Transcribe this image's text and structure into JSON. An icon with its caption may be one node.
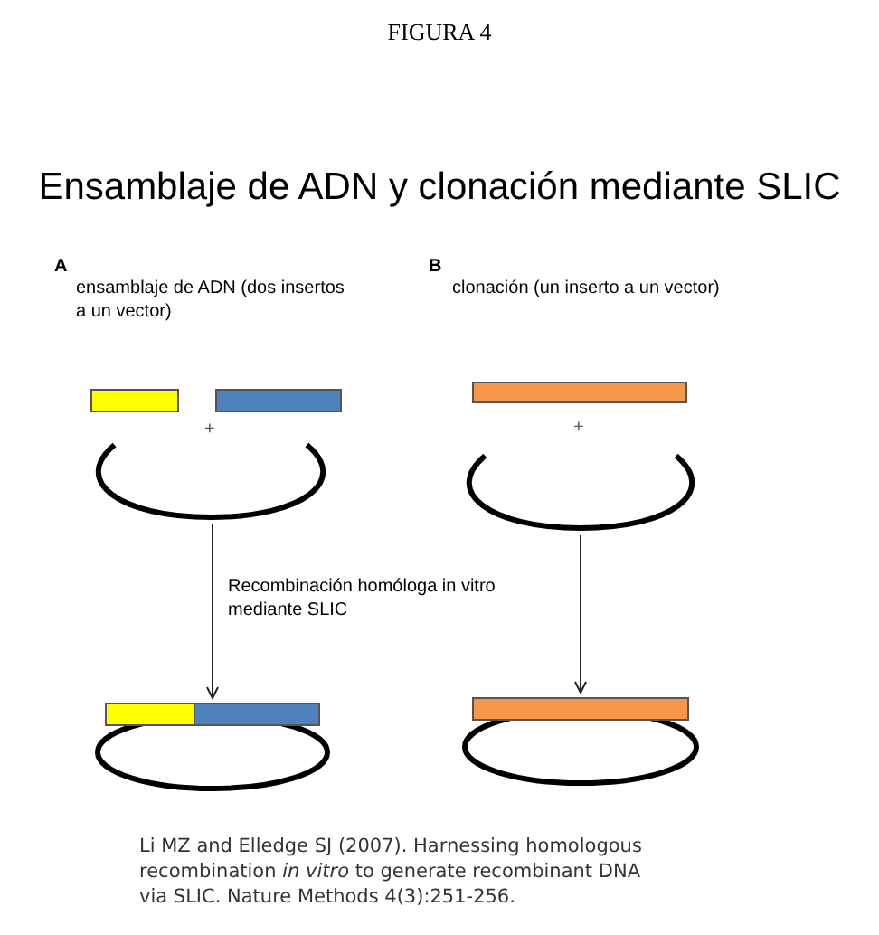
{
  "diagram": {
    "title": "Ensamblaje de ADN y clonación mediante SLIC",
    "caption": "Li MZ and Elledge SJ (2007). Harnessing homologous recombination *in vitro* to generate recombinant DNA via SLIC. Nature Methods 4(3):251-256.",
    "nodes": [
      {
        "text": [],
        "shape": "bar"
      },
      {
        "text": [],
        "shape": "bar"
      },
      {
        "text": [],
        "shape": "arc"
      },
      {
        "text": [],
        "shape": "circle"
      },
      {
        "text": [],
        "shape": "bar"
      },
      {
        "text": [],
        "shape": "arc"
      },
      {
        "text": [],
        "shape": "circle"
      }
    ],
    "edges": [
      {
        "from": 2,
        "to": 3,
        "arrow": "to",
        "label": "Recombinación homóloga in vitro mediante SLIC"
      },
      {
        "from": 5,
        "to": 6,
        "arrow": "to"
      }
    ],
    "labels": [
      "FIGURA 4",
      "A",
      "ensamblaje de ADN (dos insertos a un vector)",
      "B",
      "clonación (un inserto a un vector)",
      "+",
      "+"
    ]
  }
}
